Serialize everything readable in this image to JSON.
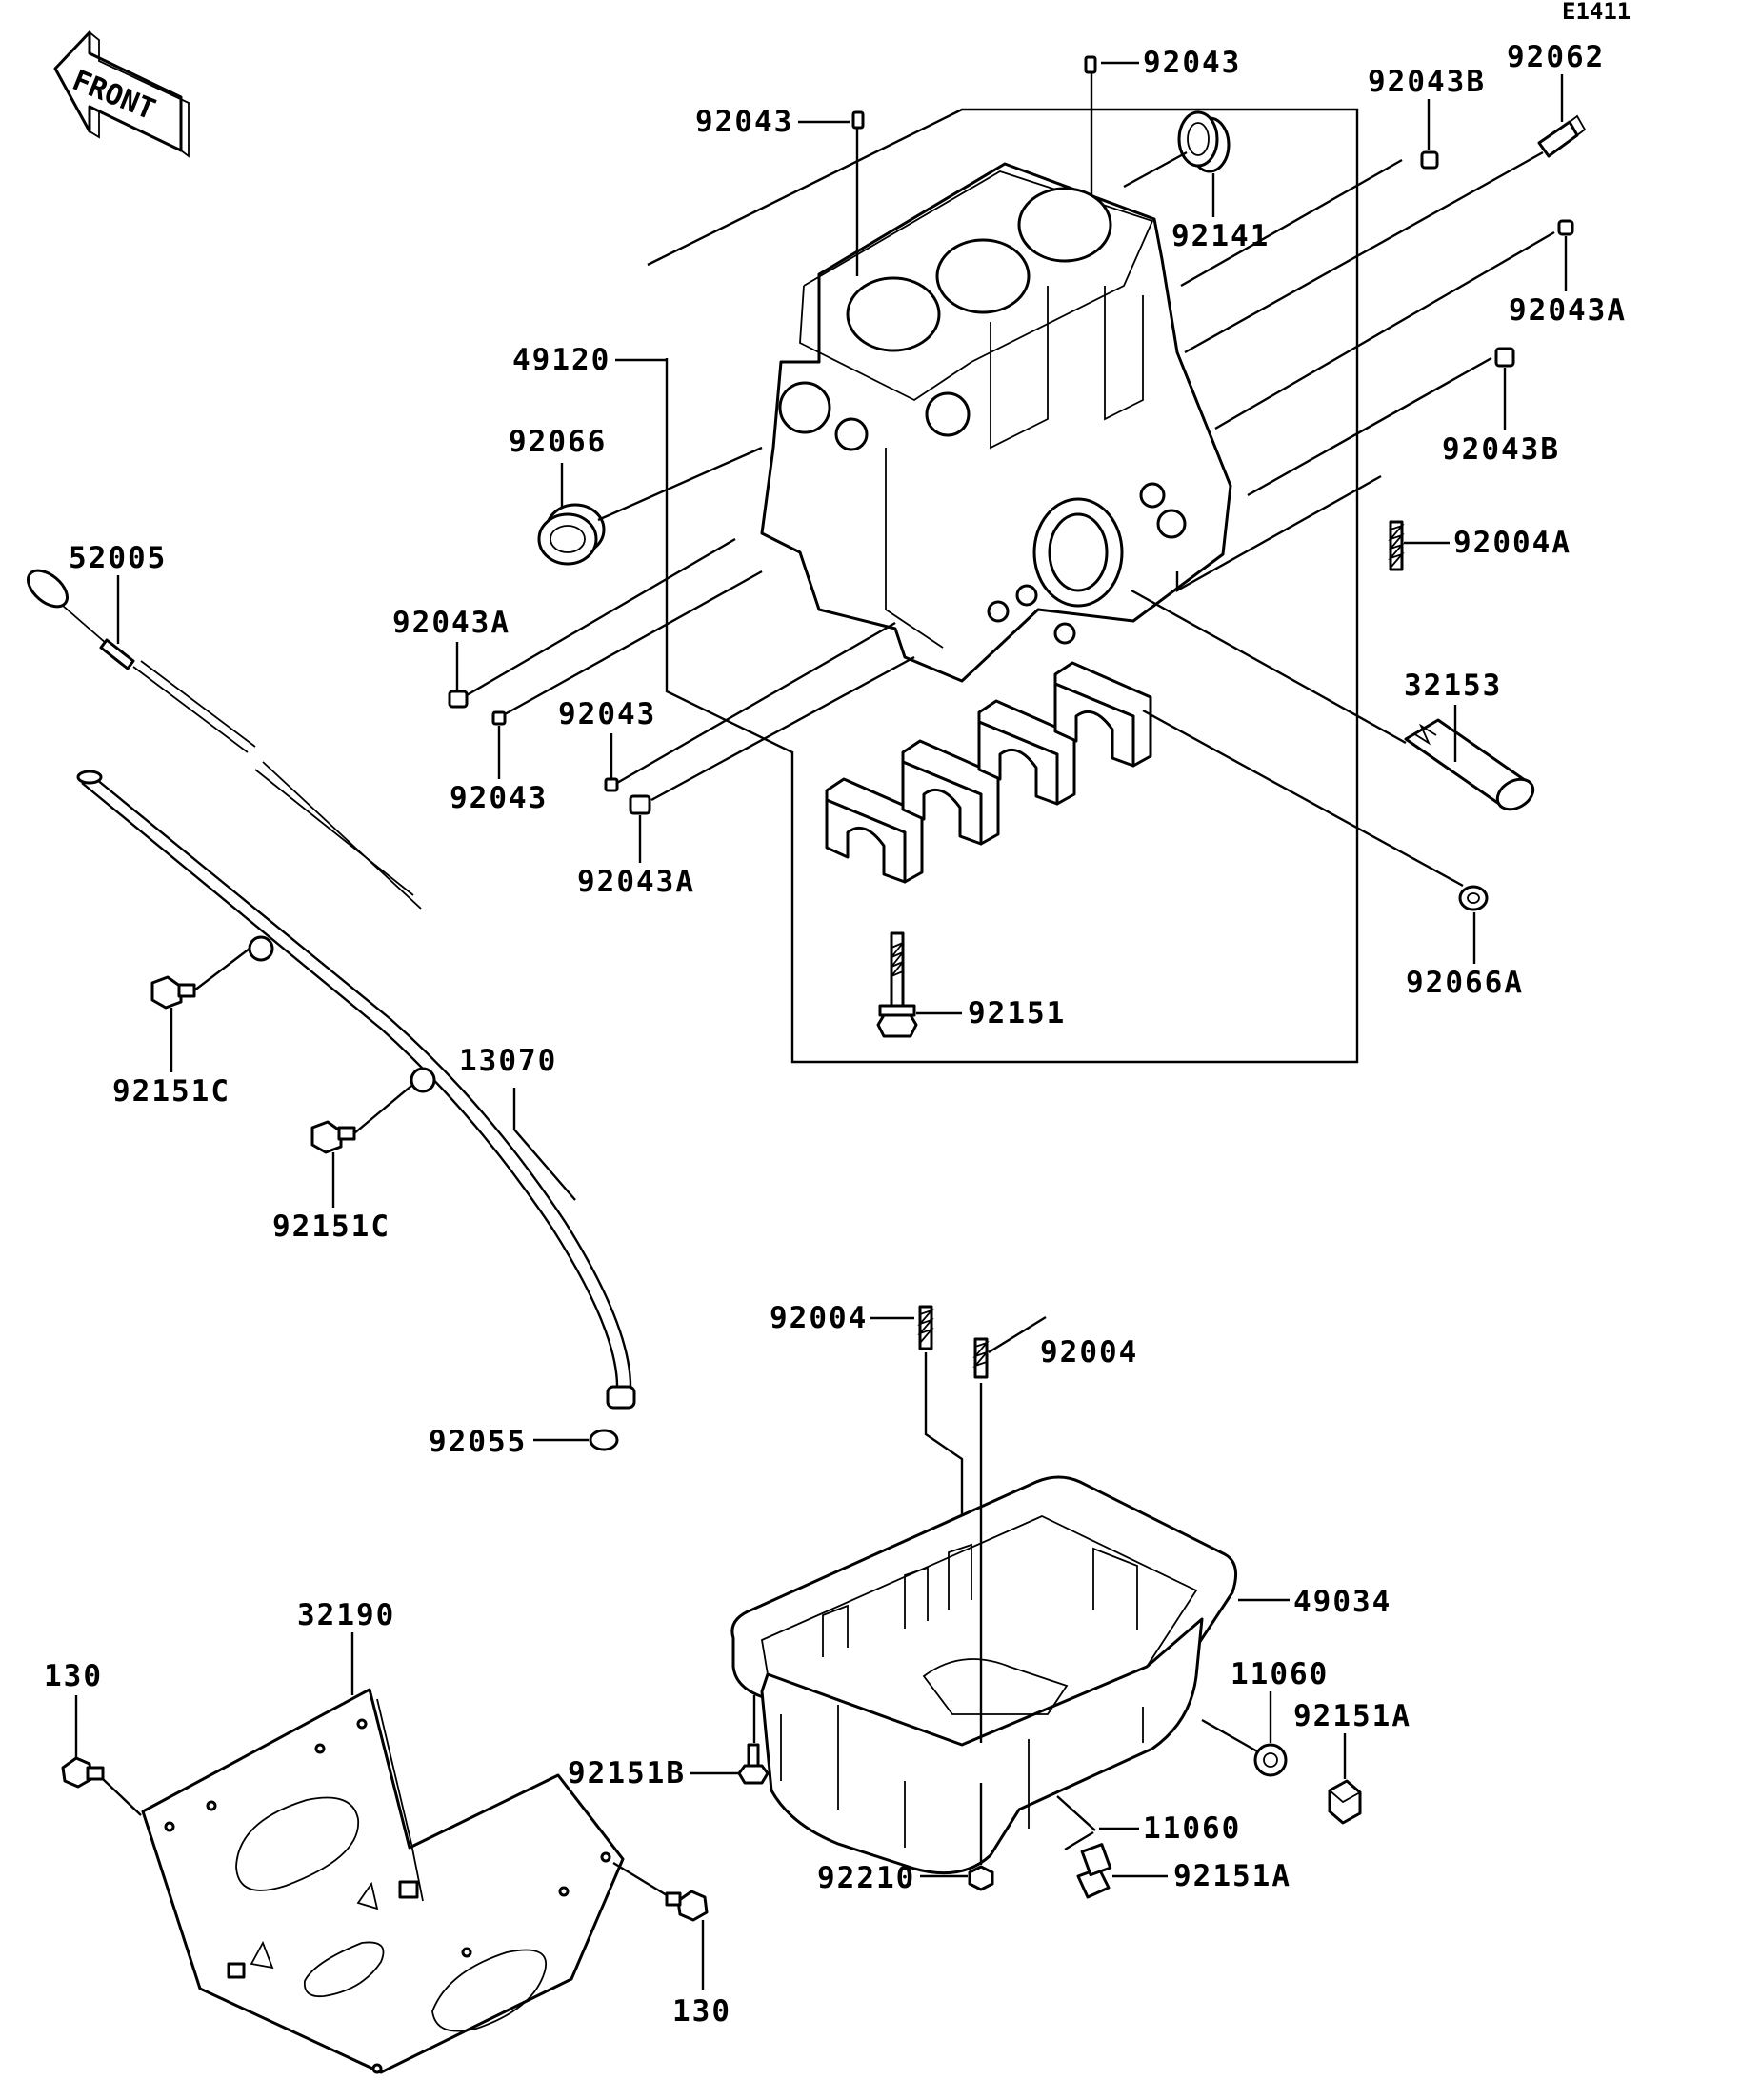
{
  "diagram_code": "E1411",
  "front_label": "FRONT",
  "callouts": {
    "p92043_top_a": "92043",
    "p92043_top_b": "92043",
    "p92043B_top": "92043B",
    "p92062": "92062",
    "p92141": "92141",
    "p92043A_right": "92043A",
    "p92043B_right": "92043B",
    "p92004A": "92004A",
    "p49120": "49120",
    "p92066": "92066",
    "p52005": "52005",
    "p92043A_left": "92043A",
    "p92043_left": "92043",
    "p92043_mid": "92043",
    "p92043A_mid": "92043A",
    "p32153": "32153",
    "p92066A": "92066A",
    "p92151": "92151",
    "p92151C_a": "92151C",
    "p13070": "13070",
    "p92151C_b": "92151C",
    "p92055": "92055",
    "p92004_a": "92004",
    "p92004_b": "92004",
    "p49034": "49034",
    "p11060_a": "11060",
    "p92151A_a": "92151A",
    "p32190": "32190",
    "p130_a": "130",
    "p92151B": "92151B",
    "p11060_b": "11060",
    "p92210": "92210",
    "p92151A_b": "92151A",
    "p130_b": "130"
  }
}
